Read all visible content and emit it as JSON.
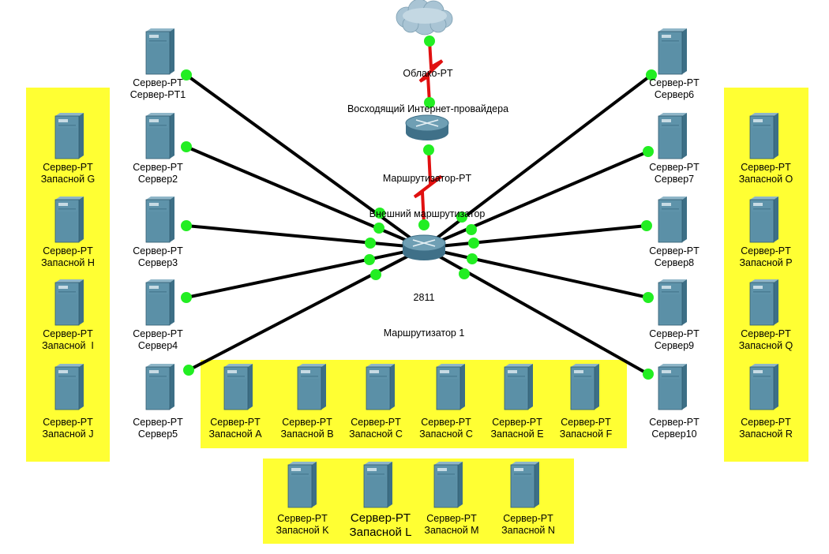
{
  "colors": {
    "zone_fill": "#ffff33",
    "wire": "#000000",
    "serial_link": "#e01010",
    "port": "#22ee22",
    "server_front": "#5e93aa",
    "server_side": "#3d6f86",
    "router": "#6f9fb4"
  },
  "devices": {
    "cloud": {
      "icon": "cloud-icon",
      "type": "Облако-PT",
      "name": "Восходящий Интернет-провайдера"
    },
    "ext_router": {
      "icon": "router-icon",
      "type": "Маршрутизатор-PT",
      "name": "Внешний маршрутизатор"
    },
    "core_router": {
      "icon": "router-icon",
      "type": "2811",
      "name": "Маршрутизатор 1"
    }
  },
  "active_servers": [
    {
      "id": "s1",
      "type": "Сервер-PT",
      "name": "Сервер-PT1"
    },
    {
      "id": "s2",
      "type": "Сервер-PT",
      "name": "Сервер2"
    },
    {
      "id": "s3",
      "type": "Сервер-PT",
      "name": "Сервер3"
    },
    {
      "id": "s4",
      "type": "Сервер-PT",
      "name": "Сервер4"
    },
    {
      "id": "s5",
      "type": "Сервер-PT",
      "name": "Сервер5"
    },
    {
      "id": "s6",
      "type": "Сервер-PT",
      "name": "Сервер6"
    },
    {
      "id": "s7",
      "type": "Сервер-PT",
      "name": "Сервер7"
    },
    {
      "id": "s8",
      "type": "Сервер-PT",
      "name": "Сервер8"
    },
    {
      "id": "s9",
      "type": "Сервер-PT",
      "name": "Сервер9"
    },
    {
      "id": "s10",
      "type": "Сервер-PT",
      "name": "Сервер10"
    }
  ],
  "spare_groups": [
    {
      "id": "left",
      "servers": [
        {
          "type": "Сервер-PT",
          "name": "Запасной G"
        },
        {
          "type": "Сервер-PT",
          "name": "Запасной H"
        },
        {
          "type": "Сервер-PT",
          "name": "Запасной  I"
        },
        {
          "type": "Сервер-PT",
          "name": "Запасной J"
        }
      ]
    },
    {
      "id": "right",
      "servers": [
        {
          "type": "Сервер-PT",
          "name": "Запасной O"
        },
        {
          "type": "Сервер-PT",
          "name": "Запасной P"
        },
        {
          "type": "Сервер-PT",
          "name": "Запасной Q"
        },
        {
          "type": "Сервер-PT",
          "name": "Запасной R"
        }
      ]
    },
    {
      "id": "bottom",
      "servers": [
        {
          "type": "Сервер-PT",
          "name": "Запасной A"
        },
        {
          "type": "Сервер-PT",
          "name": "Запасной B"
        },
        {
          "type": "Сервер-PT",
          "name": "Запасной C"
        },
        {
          "type": "Сервер-PT",
          "name": "Запасной C"
        },
        {
          "type": "Сервер-PT",
          "name": "Запасной E"
        },
        {
          "type": "Сервер-PT",
          "name": "Запасной F"
        }
      ]
    },
    {
      "id": "lower",
      "servers": [
        {
          "type": "Сервер-PT",
          "name": "Запасной K"
        },
        {
          "type": "Сервер-PT",
          "name": "Запасной L"
        },
        {
          "type": "Сервер-PT",
          "name": "Запасной M"
        },
        {
          "type": "Сервер-PT",
          "name": "Запасной N"
        }
      ]
    }
  ]
}
